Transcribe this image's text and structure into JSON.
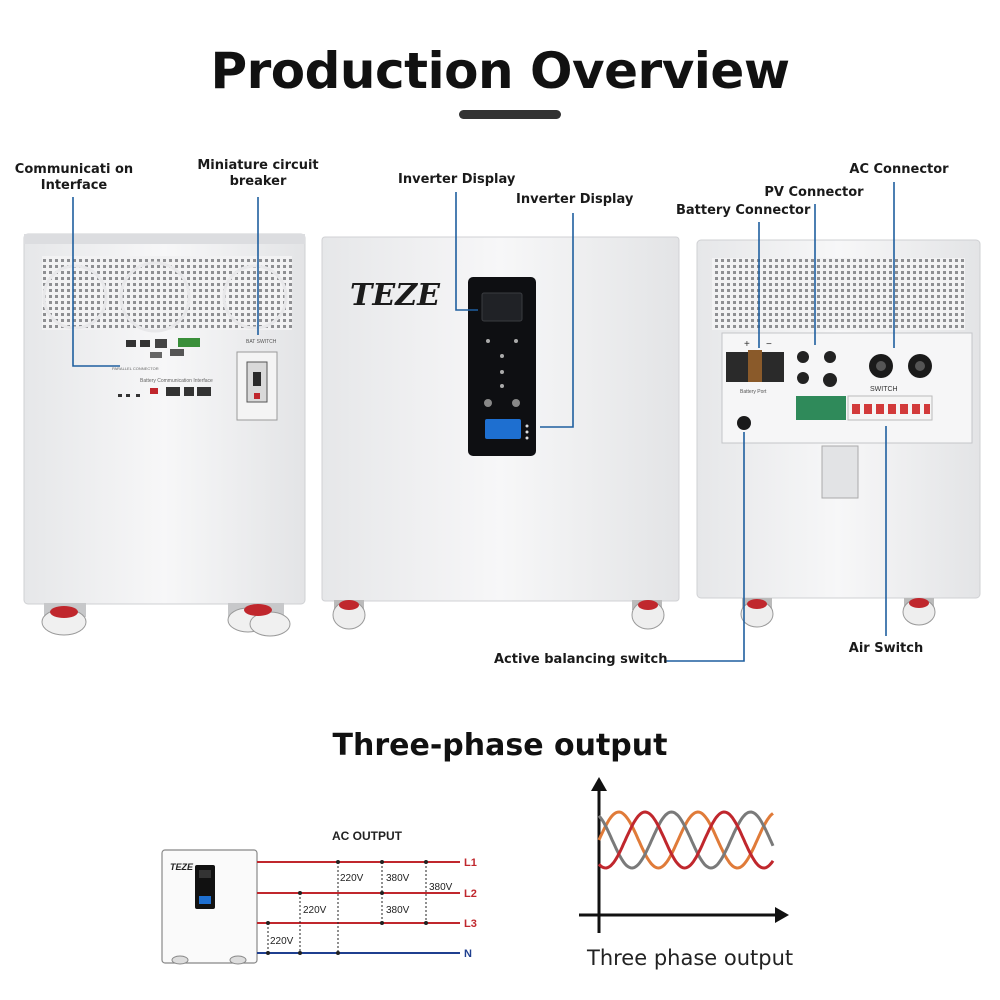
{
  "header": {
    "title": "Production Overview"
  },
  "callouts": {
    "communication_interface": "Communicati on\nInterface",
    "miniature_circuit_breaker": "Miniature circuit\nbreaker",
    "inverter_display_1": "Inverter Display",
    "inverter_display_2": "Inverter Display",
    "battery_connector": "Battery Connector",
    "pv_connector": "PV Connector",
    "ac_connector": "AC Connector",
    "active_balancing_switch": "Active balancing switch",
    "air_switch": "Air Switch"
  },
  "product": {
    "brand": "TEZE",
    "bat_switch_label": "BAT SWITCH",
    "battery_comm_label": "Battery Communication Interface",
    "switch_label": "SWITCH",
    "battery_port_label": "Battery Port"
  },
  "three_phase": {
    "section_title": "Three-phase output",
    "ac_output_title": "AC OUTPUT",
    "lines": [
      "L1",
      "L2",
      "L3",
      "N"
    ],
    "voltages": {
      "l1_n": "220V",
      "l2_n": "220V",
      "l3_n": "220V",
      "l1_l2": "380V",
      "l2_l3": "380V",
      "l1_l3": "380V"
    },
    "wave_caption": "Three phase output",
    "colors": {
      "l1": "#c0272d",
      "l2": "#c0272d",
      "l3": "#c0272d",
      "n": "#1f3f8f",
      "wave_orange": "#e07b39",
      "wave_red": "#c0272d",
      "wave_gray": "#7a7a7a"
    }
  },
  "colors": {
    "leader": "#1f5f9f",
    "accent_red": "#c0272d"
  }
}
